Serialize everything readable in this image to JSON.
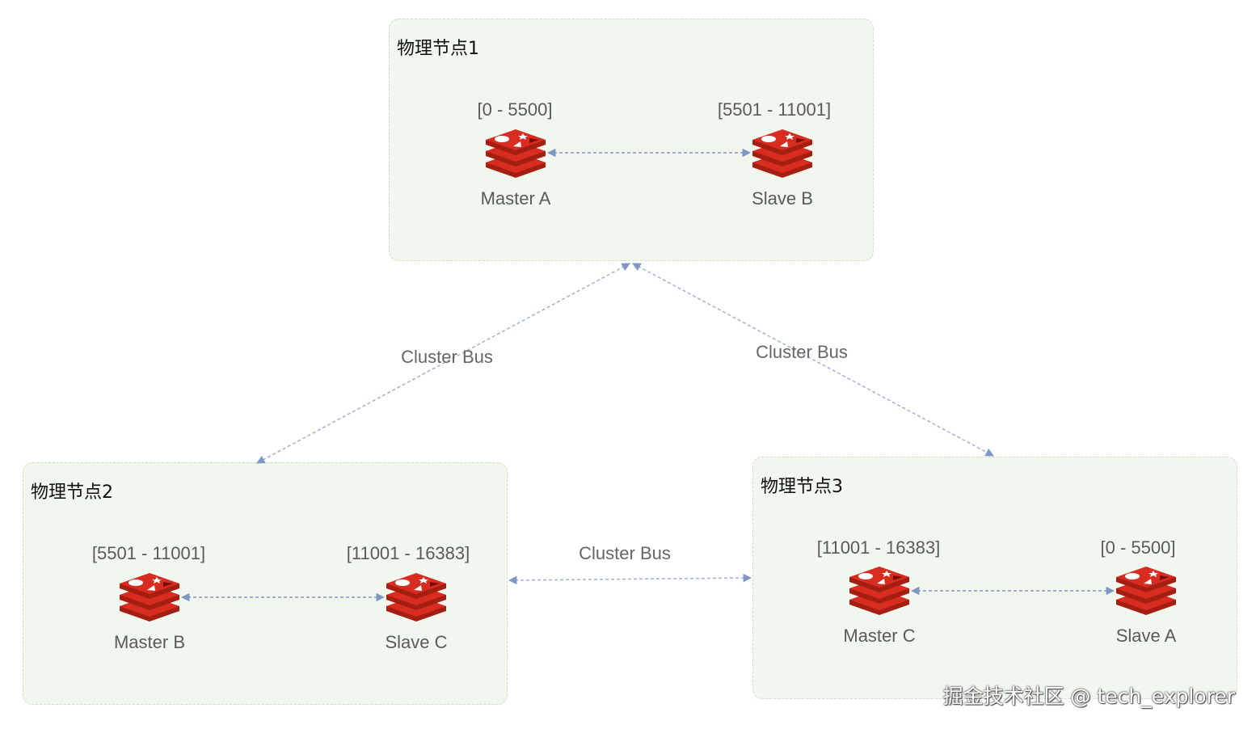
{
  "nodes": [
    {
      "title": "物理节点1",
      "instances": [
        {
          "name": "Master A",
          "range": "[0 - 5500]"
        },
        {
          "name": "Slave B",
          "range": "[5501 - 11001]"
        }
      ]
    },
    {
      "title": "物理节点2",
      "instances": [
        {
          "name": "Master B",
          "range": "[5501 - 11001]"
        },
        {
          "name": "Slave C",
          "range": "[11001 - 16383]"
        }
      ]
    },
    {
      "title": "物理节点3",
      "instances": [
        {
          "name": "Master C",
          "range": "[11001 - 16383]"
        },
        {
          "name": "Slave A",
          "range": "[0 - 5500]"
        }
      ]
    }
  ],
  "bus_labels": [
    "Cluster Bus",
    "Cluster Bus",
    "Cluster Bus"
  ],
  "watermark": "掘金技术社区 @ tech_explorer",
  "colors": {
    "box_fill": "#f1f6ee",
    "box_border": "#cfe0c8",
    "link": "#7f97c4",
    "redis_red": "#c6302b"
  },
  "icon": "redis-logo-icon"
}
